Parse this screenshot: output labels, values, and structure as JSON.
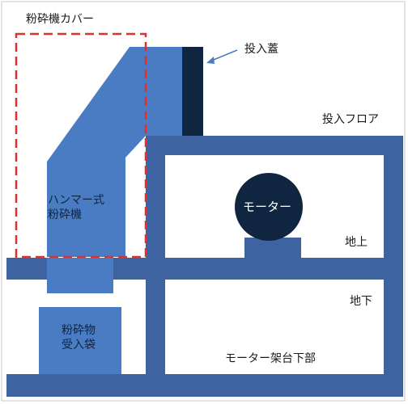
{
  "labels": {
    "crusher_cover": "粉砕機カバー",
    "input_lid": "投入蓋",
    "input_floor": "投入フロア",
    "motor": "モーター",
    "hammer_crusher_line1": "ハンマー式",
    "hammer_crusher_line2": "粉砕機",
    "above_ground": "地上",
    "underground": "地下",
    "bag_line1": "粉砕物",
    "bag_line2": "受入袋",
    "motor_base": "モーター架台下部"
  },
  "colors": {
    "structure": "#3d64a1",
    "crusher": "#4a7cc4",
    "lid": "#10253f",
    "motor": "#10253f",
    "cover_outline": "#e03030",
    "arrow": "#4a7cc4",
    "frame": "#c8c8c8"
  }
}
